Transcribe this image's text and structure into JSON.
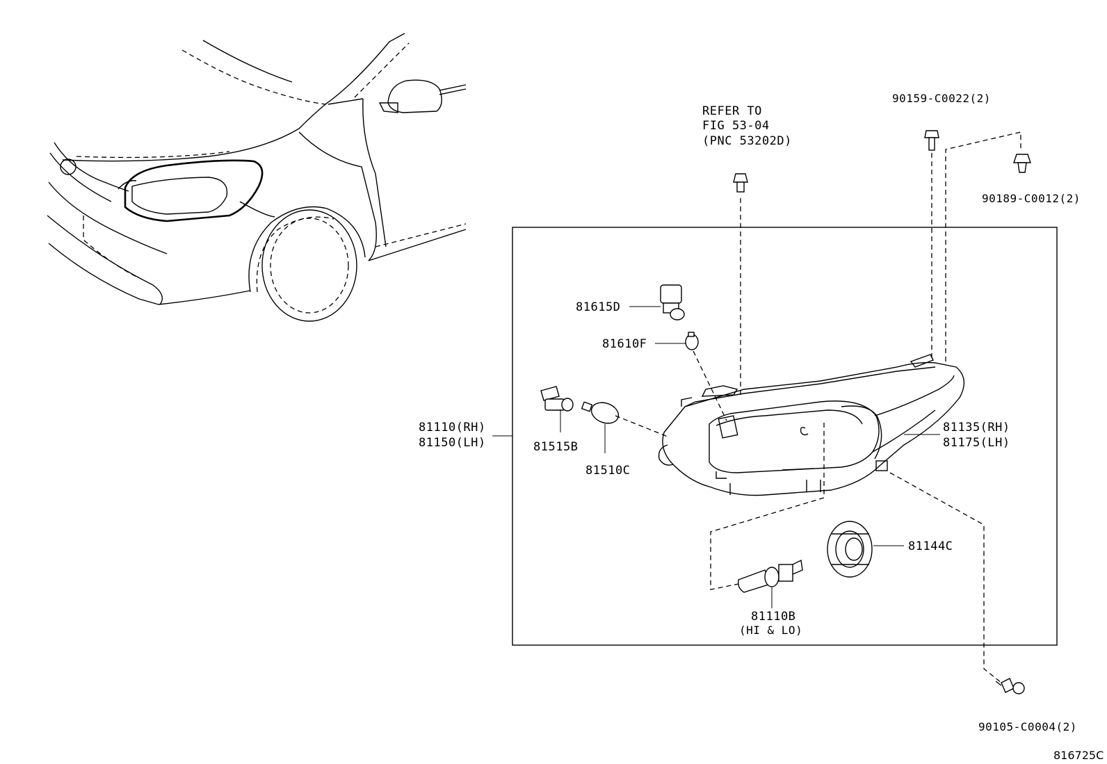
{
  "diagram": {
    "labels": {
      "refer_note": [
        "REFER TO",
        "FIG 53-04",
        "(PNC 53202D)"
      ],
      "p90159": "90159-C0022(2)",
      "p90189": "90189-C0012(2)",
      "p81615d": "81615D",
      "p81610f": "81610F",
      "p81110": "81110(RH)",
      "p81150": "81150(LH)",
      "p81515b": "81515B",
      "p81510c": "81510C",
      "p81135": "81135(RH)",
      "p81175": "81175(LH)",
      "p81144c": "81144C",
      "p81110b": "81110B",
      "p81110b_note": "(HI & LO)",
      "p90105": "90105-C0004(2)",
      "figure_ref": "816725C"
    }
  }
}
